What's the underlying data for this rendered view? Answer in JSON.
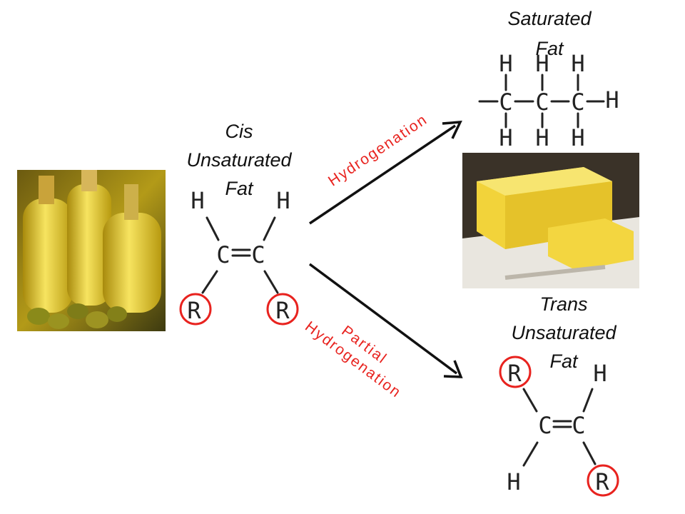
{
  "labels": {
    "saturated": "Saturated\nFat",
    "cis": "Cis\nUnsaturated\nFat",
    "trans": "Trans\nUnsaturated\nFat"
  },
  "arrows": {
    "hydrogenation": "Hydrogenation",
    "partial": "Partial\nHydrogenation"
  },
  "atoms": {
    "hydrogen": "H",
    "carbon": "C",
    "r_group": "R"
  },
  "colors": {
    "accent_red": "#e8231f",
    "butter": "#f2d33a",
    "oil": "#c9a917"
  }
}
